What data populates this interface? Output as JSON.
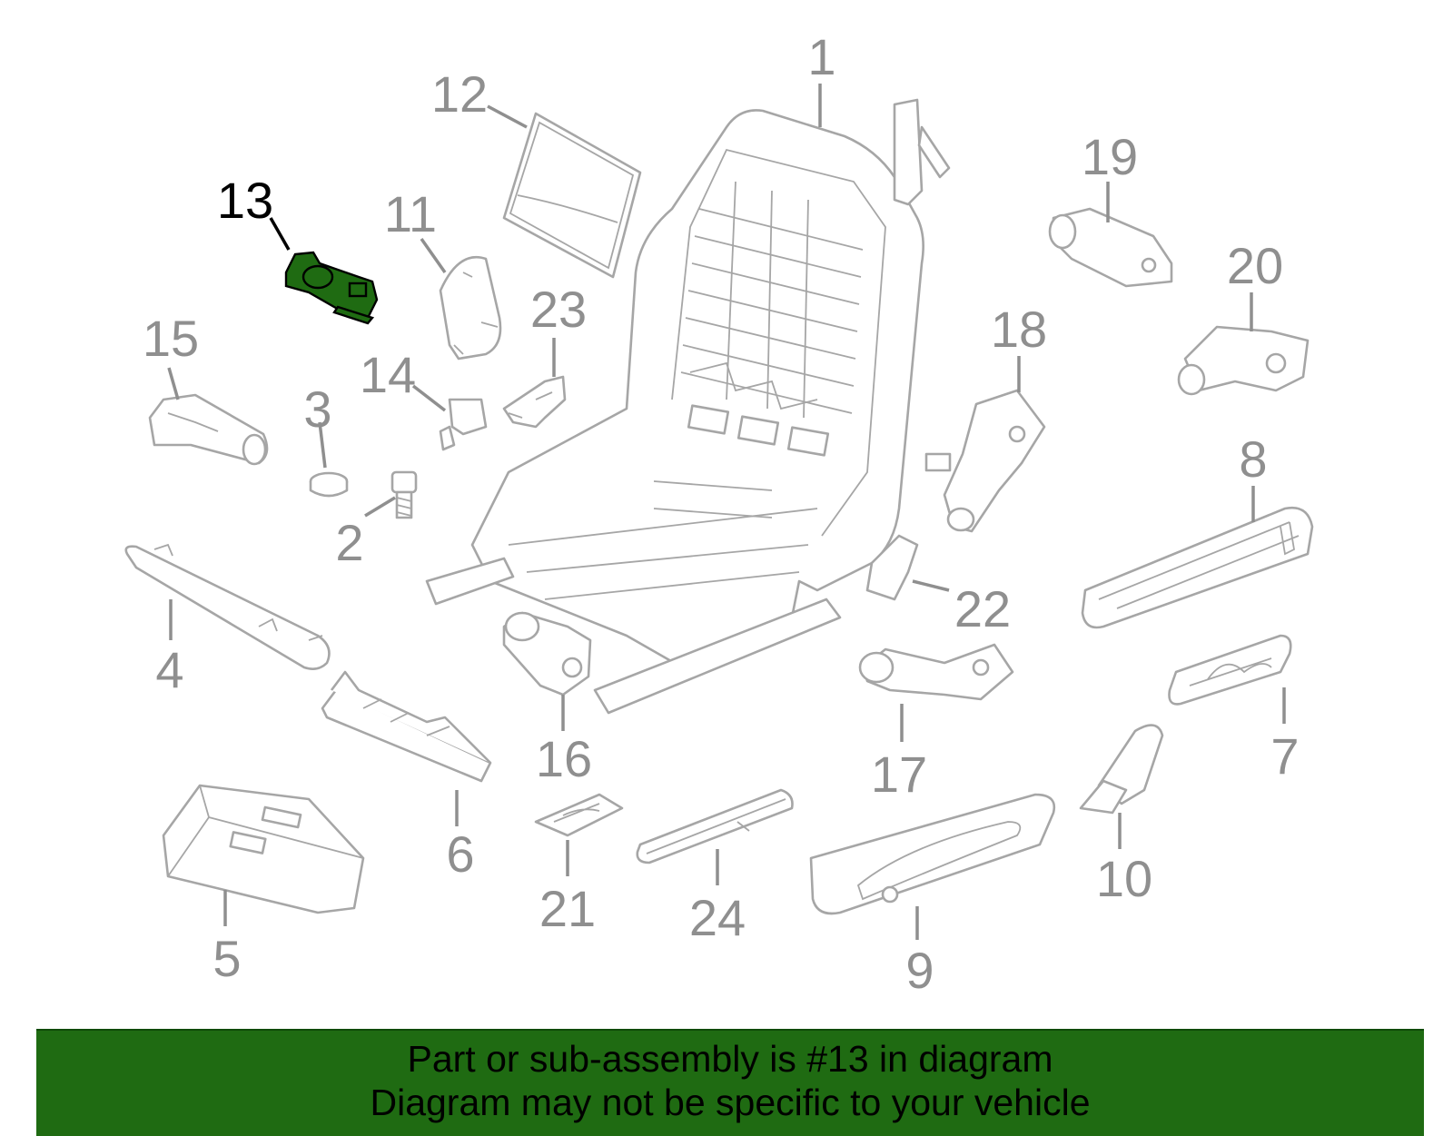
{
  "diagram": {
    "highlighted_part": "13",
    "callouts": [
      "1",
      "2",
      "3",
      "4",
      "5",
      "6",
      "7",
      "8",
      "9",
      "10",
      "11",
      "12",
      "13",
      "14",
      "15",
      "16",
      "17",
      "18",
      "19",
      "20",
      "21",
      "22",
      "23",
      "24"
    ]
  },
  "colors": {
    "highlight": "#1f6b12",
    "part_line": "#a6a6a6",
    "label": "#8f8f8f",
    "banner_bg": "#1f6b12"
  },
  "banner": {
    "line1": "Part or sub-assembly is #13 in diagram",
    "line2": "Diagram may not be specific to your vehicle"
  }
}
